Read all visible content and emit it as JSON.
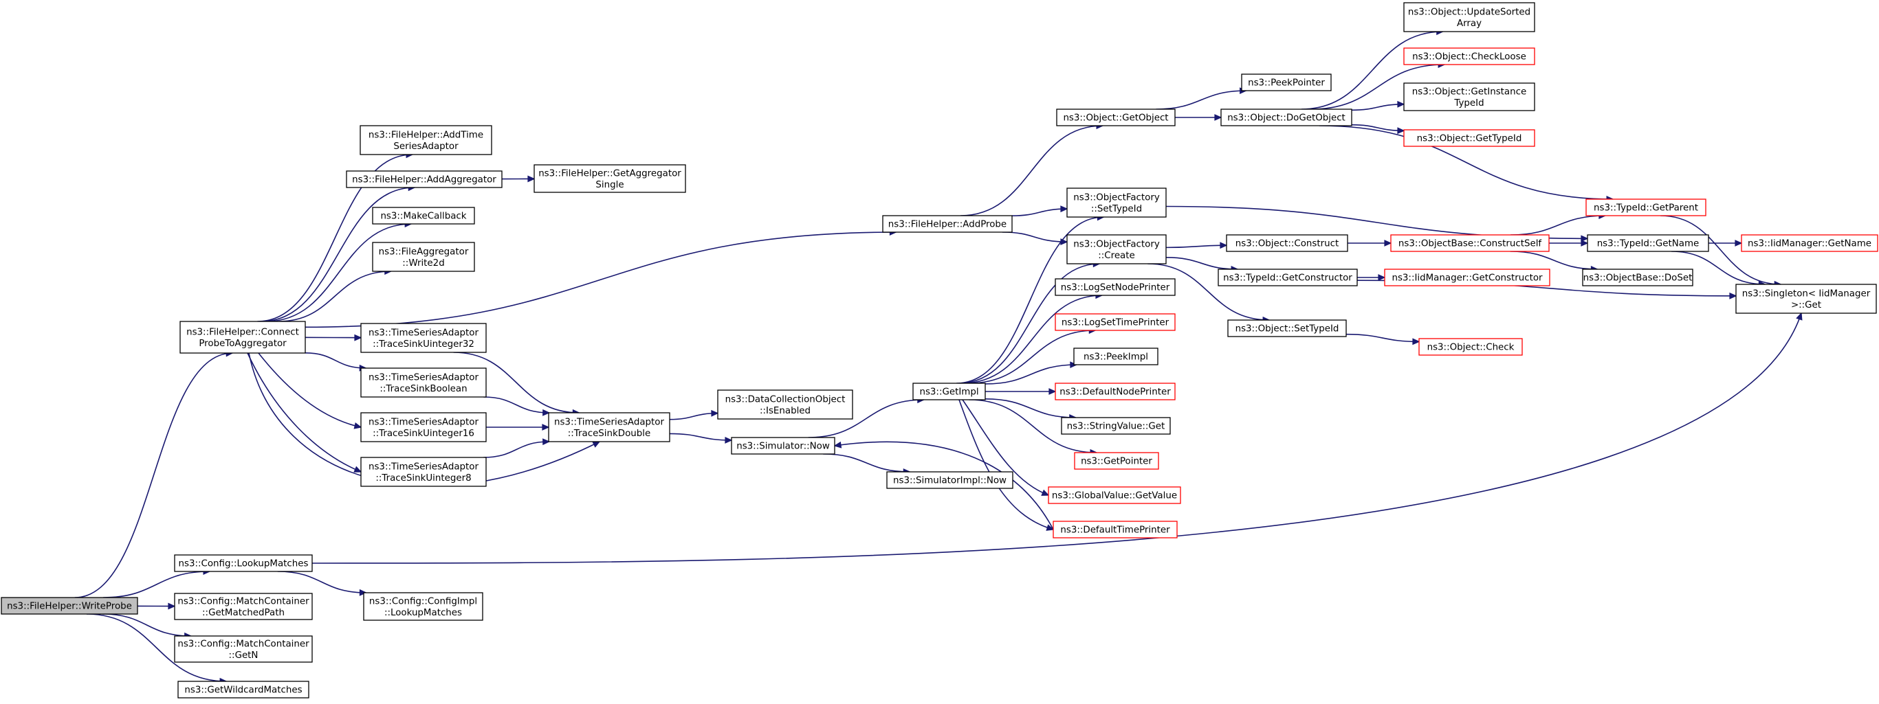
{
  "colors": {
    "edge": "#191970",
    "node_border": "#000000",
    "node_border_link_missing": "#ff0000",
    "root_fill": "#bfbfbf",
    "node_fill": "#ffffff"
  },
  "nodes": {
    "writeprobe": {
      "lines": [
        "ns3::FileHelper::WriteProbe"
      ],
      "root": true
    },
    "connect": {
      "lines": [
        "ns3::FileHelper::Connect",
        "ProbeToAggregator"
      ]
    },
    "lookupmatches": {
      "lines": [
        "ns3::Config::LookupMatches"
      ]
    },
    "matchedpath": {
      "lines": [
        "ns3::Config::MatchContainer",
        "::GetMatchedPath"
      ]
    },
    "getn": {
      "lines": [
        "ns3::Config::MatchContainer",
        "::GetN"
      ]
    },
    "wildcard": {
      "lines": [
        "ns3::GetWildcardMatches"
      ]
    },
    "configimpl": {
      "lines": [
        "ns3::Config::ConfigImpl",
        "::LookupMatches"
      ]
    },
    "addtime": {
      "lines": [
        "ns3::FileHelper::AddTime",
        "SeriesAdaptor"
      ]
    },
    "addaggr": {
      "lines": [
        "ns3::FileHelper::AddAggregator"
      ]
    },
    "getaggr": {
      "lines": [
        "ns3::FileHelper::GetAggregator",
        "Single"
      ]
    },
    "makecallback": {
      "lines": [
        "ns3::MakeCallback"
      ]
    },
    "write2d": {
      "lines": [
        "ns3::FileAggregator",
        "::Write2d"
      ]
    },
    "u32": {
      "lines": [
        "ns3::TimeSeriesAdaptor",
        "::TraceSinkUinteger32"
      ]
    },
    "bool": {
      "lines": [
        "ns3::TimeSeriesAdaptor",
        "::TraceSinkBoolean"
      ]
    },
    "u16": {
      "lines": [
        "ns3::TimeSeriesAdaptor",
        "::TraceSinkUinteger16"
      ]
    },
    "u8": {
      "lines": [
        "ns3::TimeSeriesAdaptor",
        "::TraceSinkUinteger8"
      ]
    },
    "double": {
      "lines": [
        "ns3::TimeSeriesAdaptor",
        "::TraceSinkDouble"
      ]
    },
    "isenabled": {
      "lines": [
        "ns3::DataCollectionObject",
        "::IsEnabled"
      ]
    },
    "simnow": {
      "lines": [
        "ns3::Simulator::Now"
      ]
    },
    "simimplnow": {
      "lines": [
        "ns3::SimulatorImpl::Now"
      ]
    },
    "addprobe": {
      "lines": [
        "ns3::FileHelper::AddProbe"
      ]
    },
    "getimpl": {
      "lines": [
        "ns3::GetImpl"
      ]
    },
    "getobject": {
      "lines": [
        "ns3::Object::GetObject"
      ]
    },
    "peekpointer": {
      "lines": [
        "ns3::PeekPointer"
      ]
    },
    "dogetobject": {
      "lines": [
        "ns3::Object::DoGetObject"
      ]
    },
    "updatesorted": {
      "lines": [
        "ns3::Object::UpdateSorted",
        "Array"
      ]
    },
    "checkloose": {
      "lines": [
        "ns3::Object::CheckLoose"
      ],
      "missing_link": true
    },
    "getinstance": {
      "lines": [
        "ns3::Object::GetInstance",
        "TypeId"
      ]
    },
    "gettypeid": {
      "lines": [
        "ns3::Object::GetTypeId"
      ],
      "missing_link": true
    },
    "settypeid_factory": {
      "lines": [
        "ns3::ObjectFactory",
        "::SetTypeId"
      ]
    },
    "create": {
      "lines": [
        "ns3::ObjectFactory",
        "::Create"
      ]
    },
    "construct": {
      "lines": [
        "ns3::Object::Construct"
      ]
    },
    "constructself": {
      "lines": [
        "ns3::ObjectBase::ConstructSelf"
      ],
      "missing_link": true
    },
    "getparent": {
      "lines": [
        "ns3::TypeId::GetParent"
      ],
      "missing_link": true
    },
    "getname": {
      "lines": [
        "ns3::TypeId::GetName"
      ]
    },
    "iidgetname": {
      "lines": [
        "ns3::IidManager::GetName"
      ],
      "missing_link": true
    },
    "doset": {
      "lines": [
        "ns3::ObjectBase::DoSet"
      ]
    },
    "getconstructor": {
      "lines": [
        "ns3::TypeId::GetConstructor"
      ]
    },
    "iidgetconstructor": {
      "lines": [
        "ns3::IidManager::GetConstructor"
      ],
      "missing_link": true
    },
    "singleton": {
      "lines": [
        "ns3::Singleton< IidManager",
        " >::Get"
      ]
    },
    "objsettypeid": {
      "lines": [
        "ns3::Object::SetTypeId"
      ]
    },
    "check": {
      "lines": [
        "ns3::Object::Check"
      ],
      "missing_link": true
    },
    "lognode": {
      "lines": [
        "ns3::LogSetNodePrinter"
      ]
    },
    "logtime": {
      "lines": [
        "ns3::LogSetTimePrinter"
      ],
      "missing_link": true
    },
    "peekimpl": {
      "lines": [
        "ns3::PeekImpl"
      ]
    },
    "defnode": {
      "lines": [
        "ns3::DefaultNodePrinter"
      ],
      "missing_link": true
    },
    "strget": {
      "lines": [
        "ns3::StringValue::Get"
      ]
    },
    "getpointer": {
      "lines": [
        "ns3::GetPointer"
      ],
      "missing_link": true
    },
    "globalget": {
      "lines": [
        "ns3::GlobalValue::GetValue"
      ],
      "missing_link": true
    },
    "deftime": {
      "lines": [
        "ns3::DefaultTimePrinter"
      ],
      "missing_link": true
    }
  }
}
